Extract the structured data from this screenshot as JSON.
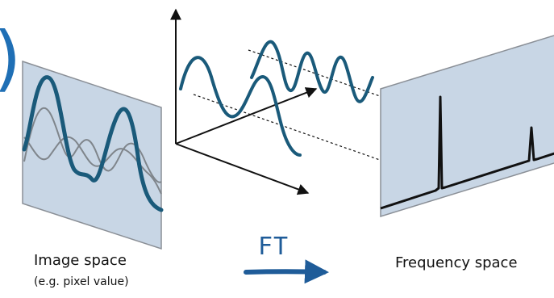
{
  "captions": {
    "image_space": "Image space",
    "image_space_sub": "(e.g. pixel value)",
    "frequency_space": "Frequency space",
    "transform": "FT"
  },
  "partial_glyph": ")",
  "colors": {
    "panel_fill": "#c8d6e5",
    "panel_edge": "#8a8f96",
    "wave_main": "#1a5a7a",
    "wave_faint": "#7f858b",
    "arrow_blue": "#1f5c99",
    "axis": "#111111"
  }
}
